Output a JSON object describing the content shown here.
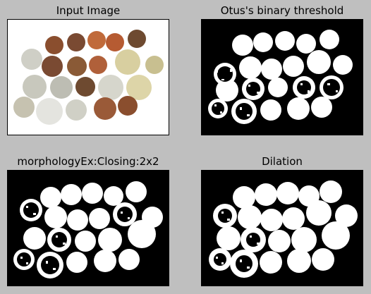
{
  "figure": {
    "panels": [
      {
        "title": "Input Image"
      },
      {
        "title": "Otus's binary threshold"
      },
      {
        "title": "morphologyEx:Closing:2x2"
      },
      {
        "title": "Dilation"
      }
    ]
  },
  "colors": {
    "figure_bg": "#bfbfbf",
    "binary_bg": "#000000",
    "binary_fg": "#ffffff",
    "photo_bg": "#ffffff",
    "copper": "#b0603a",
    "dark_copper": "#7a4a32",
    "silver": "#cfcfc6",
    "gold": "#d8cfa0"
  }
}
